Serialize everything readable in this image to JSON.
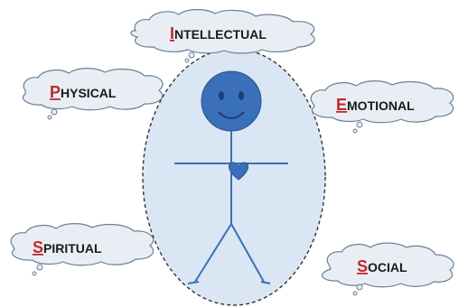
{
  "colors": {
    "aura_fill": "#dbe6f4",
    "aura_stroke": "#333333",
    "figure": "#3a70b9",
    "figure_dark": "#2a5590",
    "cloud_fill": "#e9eef5",
    "cloud_stroke": "#6b7f99",
    "accent_letter": "#c0282d",
    "label_text": "#1a1a1a"
  },
  "dimensions": [
    {
      "id": "intellectual",
      "initial": "I",
      "rest": "NTELLECTUAL"
    },
    {
      "id": "physical",
      "initial": "P",
      "rest": "HYSICAL"
    },
    {
      "id": "emotional",
      "initial": "E",
      "rest": "MOTIONAL"
    },
    {
      "id": "spiritual",
      "initial": "S",
      "rest": "PIRITUAL"
    },
    {
      "id": "social",
      "initial": "S",
      "rest": "OCIAL"
    }
  ],
  "figure": {
    "head_icon": "smiley-face-icon",
    "heart_icon": "heart-icon"
  }
}
